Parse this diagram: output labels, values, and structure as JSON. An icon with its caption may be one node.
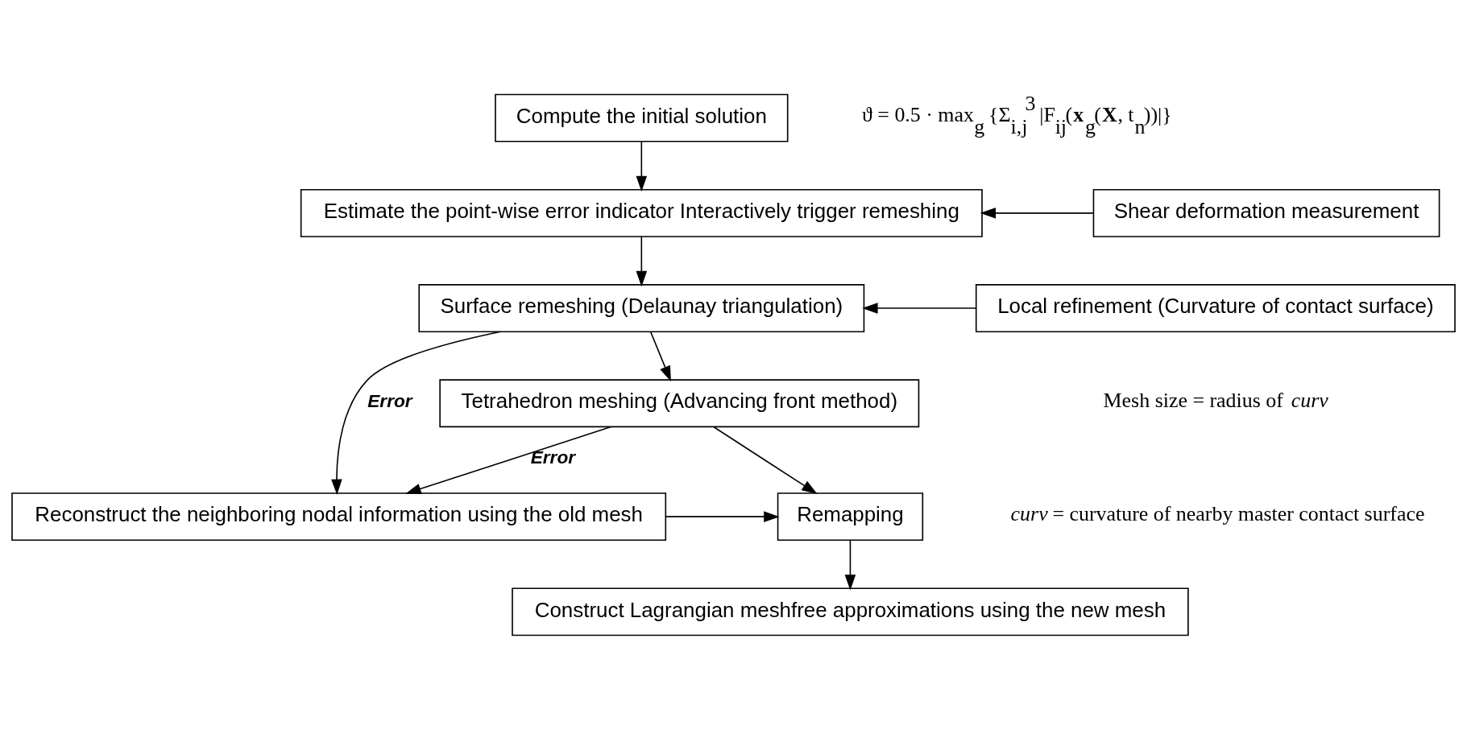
{
  "diagram": {
    "nodes": [
      {
        "text": [
          "Compute the initial solution"
        ]
      },
      {
        "text": [
          "Estimate the point-wise error indicator Interactively trigger remeshing"
        ]
      },
      {
        "text": [
          "Shear deformation measurement"
        ]
      },
      {
        "text": [
          "Surface remeshing (Delaunay triangulation)"
        ]
      },
      {
        "text": [
          "Local refinement (Curvature of contact surface)"
        ]
      },
      {
        "text": [
          "Tetrahedron meshing (Advancing front method)"
        ]
      },
      {
        "text": [
          "Reconstruct the neighboring nodal information using the old mesh"
        ]
      },
      {
        "text": [
          "Remapping"
        ]
      },
      {
        "text": [
          "Construct Lagrangian meshfree approximations using the new mesh"
        ]
      }
    ],
    "edges": [
      {
        "from": 0,
        "to": 1,
        "arrow": "to"
      },
      {
        "from": 2,
        "to": 1,
        "arrow": "to"
      },
      {
        "from": 1,
        "to": 3,
        "arrow": "to"
      },
      {
        "from": 4,
        "to": 3,
        "arrow": "to"
      },
      {
        "from": 3,
        "to": 6,
        "arrow": "to",
        "label": "Error"
      },
      {
        "from": 3,
        "to": 5,
        "arrow": "to"
      },
      {
        "from": 5,
        "to": 6,
        "arrow": "to",
        "label": "Error"
      },
      {
        "from": 5,
        "to": 7,
        "arrow": "to"
      },
      {
        "from": 6,
        "to": 7,
        "arrow": "to"
      },
      {
        "from": 7,
        "to": 8,
        "arrow": "to"
      }
    ],
    "labels": [
      "ϑ = 0.5 · max$_{g}$ {Σ$_{i,j}$$^{3}$ |F$_{ij}$(**x**$_{g}$(**X**, t$_{n}$))|}",
      "Mesh size = radius of *curv*",
      "*curv* = curvature of nearby master contact surface"
    ]
  }
}
